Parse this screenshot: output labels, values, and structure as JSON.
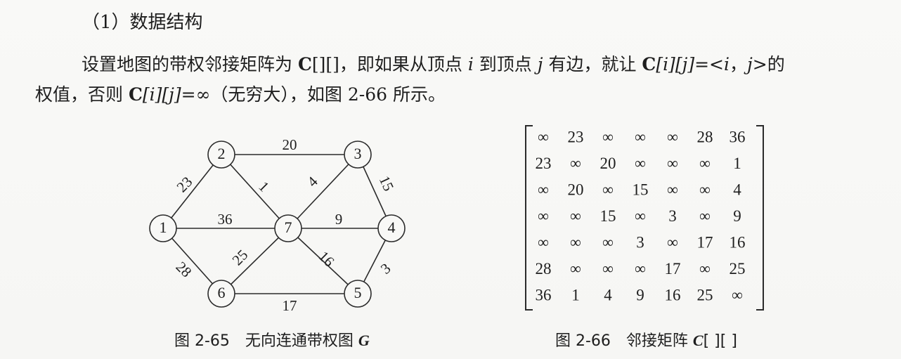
{
  "heading": "（1）数据结构",
  "paragraph": {
    "p1": "设置地图的带权邻接矩阵为 ",
    "c_name": "C",
    "brackets": "[][]",
    "p2": "，即如果从顶点 ",
    "var_i": "i",
    "p3": " 到顶点 ",
    "var_j": "j",
    "p4": " 有边，就让 ",
    "c_ij_a": "C",
    "ij_a": "[i][j]",
    "p5": "=<",
    "pair_i": "i",
    "comma": "，",
    "pair_j": "j",
    "p6": ">的",
    "p7": "权值，否则 ",
    "c_ij_b": "C",
    "ij_b": "[i][j]",
    "p8": "=∞（无穷大），如图 2-66 所示。"
  },
  "graph": {
    "nodes": [
      {
        "id": "1",
        "label": "1"
      },
      {
        "id": "2",
        "label": "2"
      },
      {
        "id": "3",
        "label": "3"
      },
      {
        "id": "4",
        "label": "4"
      },
      {
        "id": "5",
        "label": "5"
      },
      {
        "id": "6",
        "label": "6"
      },
      {
        "id": "7",
        "label": "7"
      }
    ],
    "edges": [
      {
        "from": "1",
        "to": "2",
        "weight": "23"
      },
      {
        "from": "1",
        "to": "7",
        "weight": "36"
      },
      {
        "from": "1",
        "to": "6",
        "weight": "28"
      },
      {
        "from": "2",
        "to": "3",
        "weight": "20"
      },
      {
        "from": "2",
        "to": "7",
        "weight": "1"
      },
      {
        "from": "3",
        "to": "7",
        "weight": "4"
      },
      {
        "from": "3",
        "to": "4",
        "weight": "15"
      },
      {
        "from": "7",
        "to": "4",
        "weight": "9"
      },
      {
        "from": "7",
        "to": "6",
        "weight": "25"
      },
      {
        "from": "7",
        "to": "5",
        "weight": "16"
      },
      {
        "from": "4",
        "to": "5",
        "weight": "3"
      },
      {
        "from": "6",
        "to": "5",
        "weight": "17"
      }
    ]
  },
  "matrix": {
    "rows": [
      [
        "∞",
        "23",
        "∞",
        "∞",
        "∞",
        "28",
        "36"
      ],
      [
        "23",
        "∞",
        "20",
        "∞",
        "∞",
        "∞",
        "1"
      ],
      [
        "∞",
        "20",
        "∞",
        "15",
        "∞",
        "∞",
        "4"
      ],
      [
        "∞",
        "∞",
        "15",
        "∞",
        "3",
        "∞",
        "9"
      ],
      [
        "∞",
        "∞",
        "∞",
        "3",
        "∞",
        "17",
        "16"
      ],
      [
        "28",
        "∞",
        "∞",
        "∞",
        "17",
        "∞",
        "25"
      ],
      [
        "36",
        "1",
        "4",
        "9",
        "16",
        "25",
        "∞"
      ]
    ]
  },
  "captions": {
    "left_text": "图 2-65　无向连通带权图 ",
    "left_symbol": "G",
    "right_text": "图 2-66　邻接矩阵 ",
    "right_symbol": "C",
    "right_suffix": "[ ][ ]"
  }
}
